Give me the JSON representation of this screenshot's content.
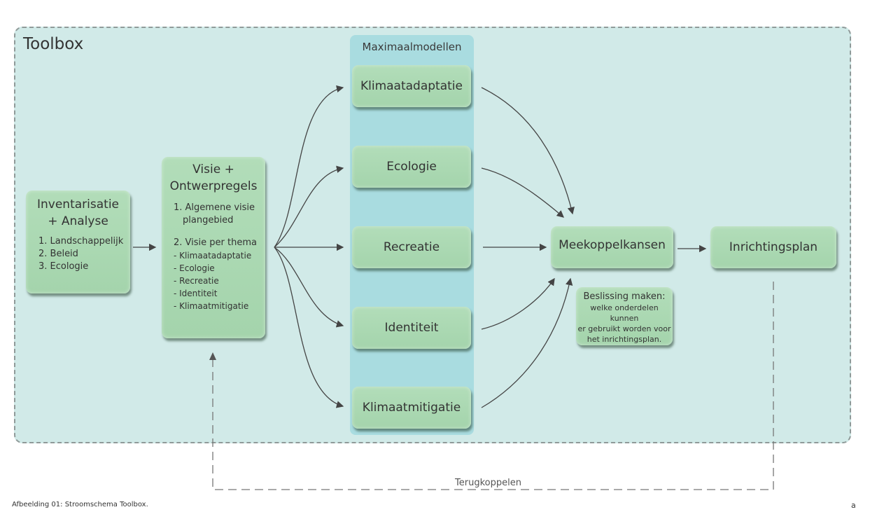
{
  "toolbox_title": "Toolbox",
  "column_title": "Maximaalmodellen",
  "inventarisatie": {
    "title1": "Inventarisatie",
    "title2": "+ Analyse",
    "items": [
      "1. Landschappelijk",
      "2. Beleid",
      "3. Ecologie"
    ]
  },
  "visie": {
    "title1": "Visie +",
    "title2": "Ontwerpregels",
    "item1a": "1. Algemene visie",
    "item1b": "plangebied",
    "item2": "2. Visie per thema",
    "themes": [
      "- Klimaatadaptatie",
      "- Ecologie",
      "- Recreatie",
      "- Identiteit",
      "- Klimaatmitigatie"
    ]
  },
  "models": [
    "Klimaatadaptatie",
    "Ecologie",
    "Recreatie",
    "Identiteit",
    "Klimaatmitigatie"
  ],
  "meekoppel": "Meekoppelkansen",
  "inrichting": "Inrichtingsplan",
  "beslissing": {
    "title": "Beslissing maken:",
    "lines": [
      "welke onderdelen kunnen",
      "er gebruikt worden voor",
      "het inrichtingsplan."
    ]
  },
  "feedback_label": "Terugkoppelen",
  "caption": "Afbeelding 01:  Stroomschema Toolbox.",
  "page_letter": "a",
  "colors": {
    "background": "#d1eae8",
    "column": "#a9dce0",
    "box": "#a8d8b0"
  }
}
